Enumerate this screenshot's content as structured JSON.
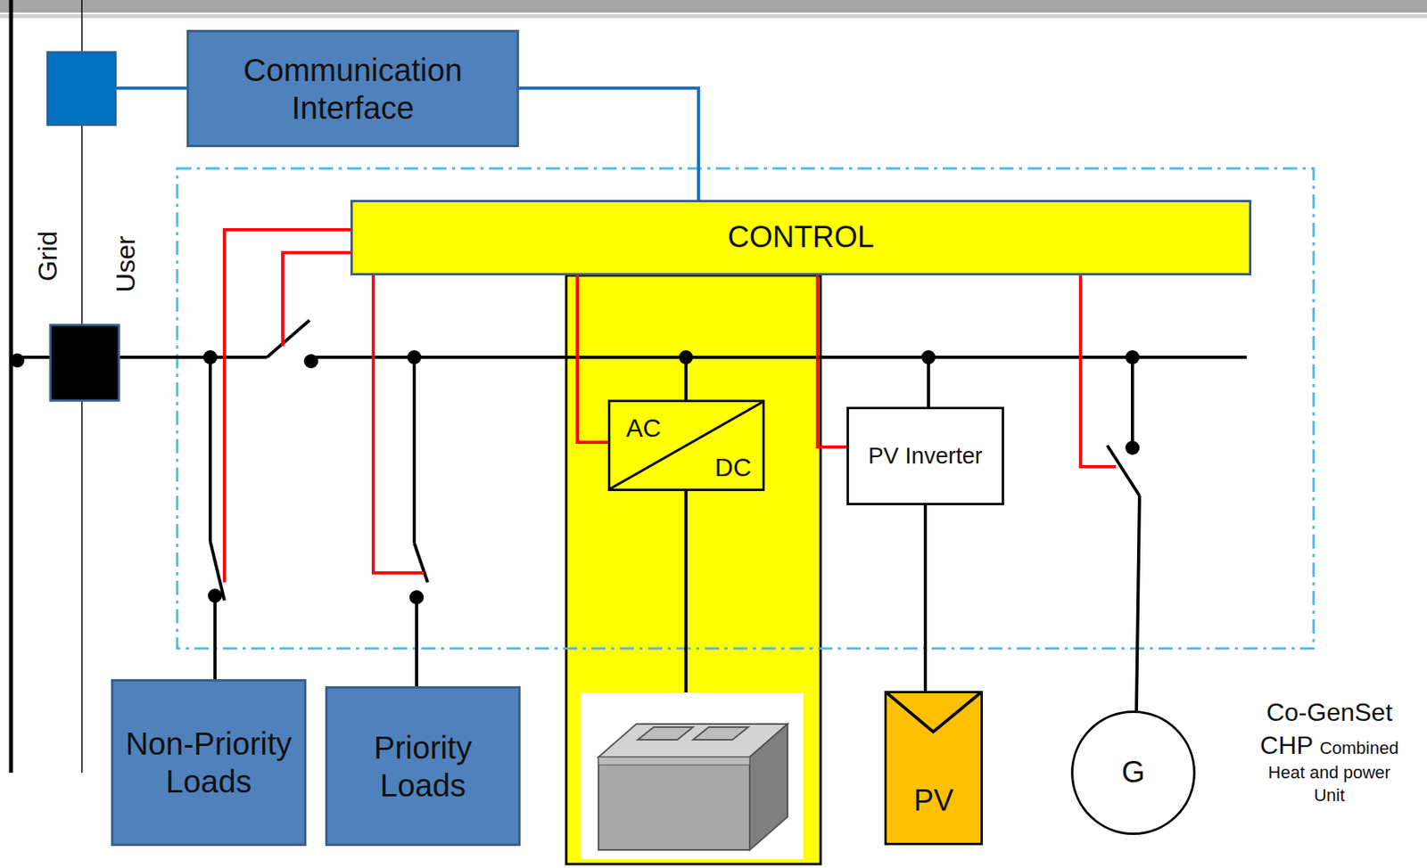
{
  "diagram": {
    "nodes": [
      {
        "text": [
          "Communication Interface"
        ]
      },
      {
        "text": [
          "CONTROL"
        ]
      },
      {
        "text": [
          "Non-Priority Loads"
        ]
      },
      {
        "text": [
          "Priority Loads"
        ]
      },
      {
        "text": [
          "AC",
          "DC"
        ]
      },
      {
        "text": [
          "PV Inverter"
        ]
      },
      {
        "text": [
          "PV"
        ]
      },
      {
        "text": [
          "G"
        ]
      }
    ],
    "edges": [
      {
        "from": 0,
        "to": 1,
        "arrow": "none"
      },
      {
        "from": 1,
        "to": 4,
        "arrow": "none"
      },
      {
        "from": 1,
        "to": 5,
        "arrow": "none"
      },
      {
        "from": 5,
        "to": 6,
        "arrow": "none"
      }
    ],
    "labels": [
      "Grid",
      "User",
      "Co-GenSet",
      "CHP",
      "Combined Heat and power Unit"
    ]
  }
}
